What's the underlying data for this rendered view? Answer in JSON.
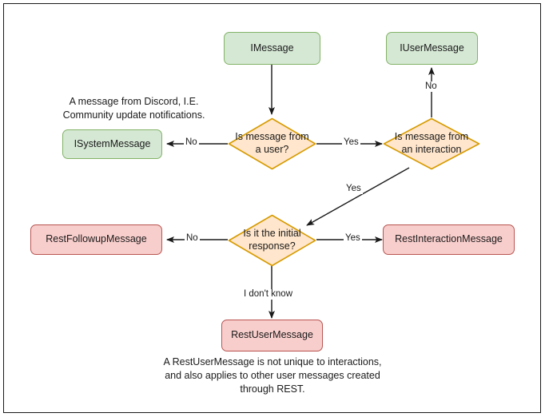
{
  "diagram": {
    "title": "Discord message type decision flowchart",
    "colors": {
      "green_fill": "#d5e8d4",
      "green_stroke": "#82b366",
      "red_fill": "#f8cecc",
      "red_stroke": "#b85450",
      "orange_fill": "#ffe6cc",
      "orange_stroke": "#d79b00",
      "edge": "#1a1a1a",
      "frame": "#1a1a1a",
      "background": "#ffffff"
    },
    "nodes": {
      "imessage": {
        "label": "IMessage",
        "shape": "rounded-rect",
        "color": "green"
      },
      "iusermessage": {
        "label": "IUserMessage",
        "shape": "rounded-rect",
        "color": "green"
      },
      "isystemmessage": {
        "label": "ISystemMessage",
        "shape": "rounded-rect",
        "color": "green"
      },
      "is_from_user": {
        "label": "Is message from\na user?",
        "shape": "diamond",
        "color": "orange"
      },
      "is_from_interaction": {
        "label": "Is message from\nan interaction",
        "shape": "diamond",
        "color": "orange"
      },
      "is_initial_response": {
        "label": "Is it the initial\nresponse?",
        "shape": "diamond",
        "color": "orange"
      },
      "restfollowupmessage": {
        "label": "RestFollowupMessage",
        "shape": "rounded-rect",
        "color": "red"
      },
      "restinteractionmessage": {
        "label": "RestInteractionMessage",
        "shape": "rounded-rect",
        "color": "red"
      },
      "restusermessage": {
        "label": "RestUserMessage",
        "shape": "rounded-rect",
        "color": "red"
      }
    },
    "edge_labels": {
      "user_no": "No",
      "user_yes": "Yes",
      "interaction_no": "No",
      "interaction_yes": "Yes",
      "initial_no": "No",
      "initial_yes": "Yes",
      "initial_unknown": "I don't know"
    },
    "annotations": {
      "system_note": "A message from Discord, I.E.\nCommunity update notifications.",
      "rest_user_note": "A RestUserMessage is not unique to interactions,\nand also applies to other user messages created\nthrough REST."
    }
  }
}
